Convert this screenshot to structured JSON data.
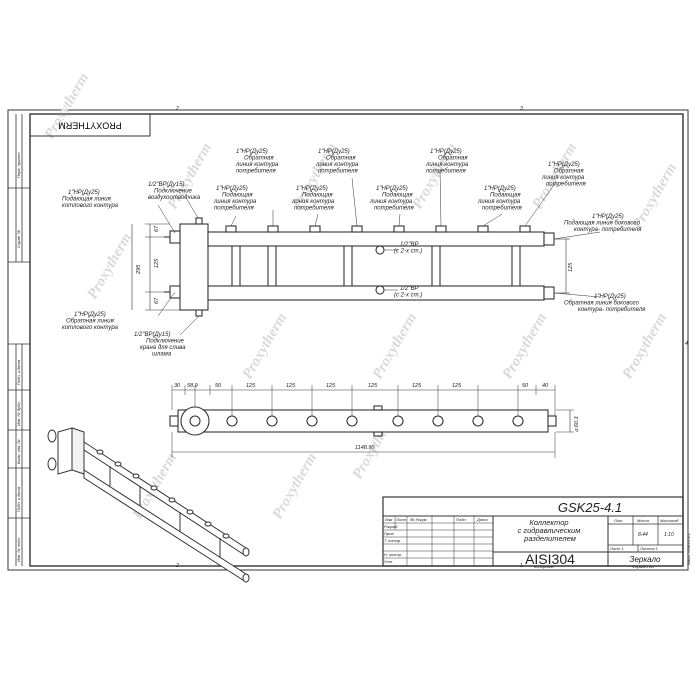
{
  "brand": "PROXYTHERM",
  "watermark": "Proxytherm",
  "sheet_markers": {
    "top_left": "2",
    "top_right": "3",
    "bottom_left": "2",
    "bottom_mid": "1",
    "side_right": "4"
  },
  "side_strip": {
    "upper": [
      "Перв. примен.",
      "Справ. №"
    ],
    "lower": [
      "Подп. и дата",
      "Инв. № дубл.",
      "Взам. инв. №",
      "Подп. и дата",
      "Инв. № подл."
    ]
  },
  "front_view": {
    "labels": {
      "boiler_supply": [
        "1\"НР(Ду25)",
        "Подающая линия",
        "котлового контура"
      ],
      "air_vent": [
        "1/2\"ВР(Ду15)",
        "Подключение",
        "воздухоотводчика"
      ],
      "supply_1": [
        "1\"НР(Ду25)",
        "Подающая",
        "линия контура",
        "потребителя"
      ],
      "return_1": [
        "1\"НР(Ду25)",
        "Обратная",
        "линия контура",
        "потребителя"
      ],
      "supply_2": [
        "1\"НР(Ду25)",
        "Подающая",
        "линия контура",
        "потребителя"
      ],
      "return_2": [
        "1\"НР(Ду25)",
        "Обратная",
        "линия контура",
        "потребителя"
      ],
      "supply_3": [
        "1\"НР(Ду25)",
        "Подающая",
        "линия контура",
        "потребителя"
      ],
      "return_3": [
        "1\"НР(Ду25)",
        "Обратная",
        "линия контура",
        "потребителя"
      ],
      "side_supply": [
        "1\"НР(Ду25)",
        "Подающая линия бокового",
        "контура- потребителя"
      ],
      "side_return": [
        "1\"НР(Ду25)",
        "Обратная линия бокового",
        "контура- потребителя"
      ],
      "boiler_return": [
        "1\"НР(Ду25)",
        "Обратная линия",
        "котлового контура"
      ],
      "drain": [
        "1/2\"ВР(Ду15)",
        "Подключение",
        "крана для слива",
        "шлама"
      ],
      "port_top": [
        "1/2\"ВР",
        "(с 2-х ст.)"
      ],
      "port_bottom": [
        "1/2\"ВР",
        "(с 2-х ст.)"
      ]
    },
    "dims": {
      "d1": "67",
      "d2": "125",
      "d3": "67",
      "total": "295",
      "right": "125"
    }
  },
  "top_view": {
    "dims": [
      "30",
      "58.9",
      "50",
      "125",
      "125",
      "125",
      "125",
      "125",
      "125",
      "50",
      "40"
    ],
    "overall": "1148.90",
    "height": "60.3"
  },
  "title_block": {
    "code": "GSK25-4.1",
    "name": [
      "Коллектор",
      "с гидравлическим",
      "разделителем"
    ],
    "material": "AISI304",
    "finish": "Зеркало",
    "columns": [
      "Изм",
      "Лист",
      "№ докум.",
      "Подп.",
      "Дата"
    ],
    "roles": [
      "Разраб.",
      "Пров.",
      "Т. контр.",
      "",
      "Н. контр.",
      "Утв."
    ],
    "lit_header": "Лит.",
    "mass_header": "Масса",
    "scale_header": "Масштаб",
    "mass": "8.44",
    "scale": "1:10",
    "sheet": "Лист 1",
    "sheets": "Листов 1",
    "copied": "Копировал",
    "format": "Формат А3",
    "side_code": "Фаил: GSK25-4.1"
  }
}
